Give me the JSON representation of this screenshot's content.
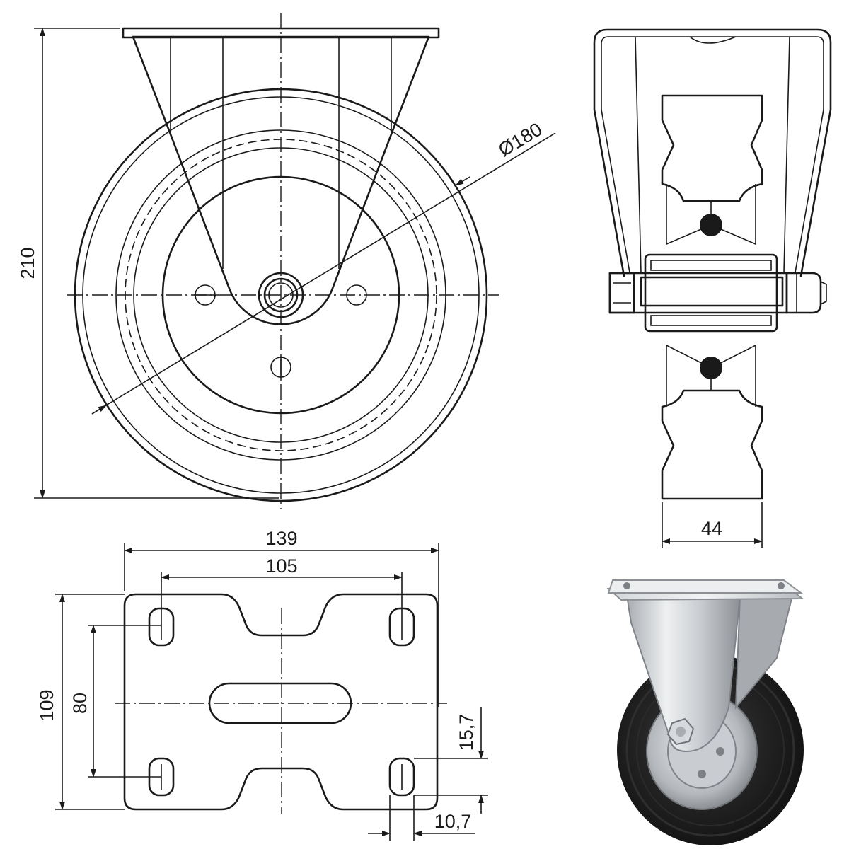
{
  "dimensions": {
    "height_total": "210",
    "wheel_diameter": "Ø180",
    "wheel_width": "44",
    "plate_width": "139",
    "hole_spacing_width": "105",
    "plate_length": "109",
    "hole_spacing_length": "80",
    "slot_length": "15,7",
    "slot_width": "10,7"
  },
  "colors": {
    "line": "#1a1a1a",
    "hatch": "#444444",
    "tire": "#1c1c1c",
    "metal_light": "#e6e8ea",
    "metal_mid": "#b9bdc1",
    "metal_dark": "#8c9095"
  }
}
